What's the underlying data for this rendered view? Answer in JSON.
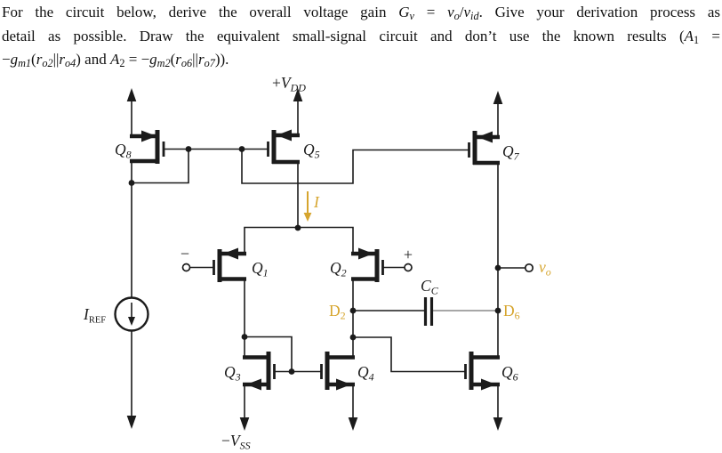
{
  "colors": {
    "annotation": "#D6A52E",
    "ink": "#1b1b1b"
  },
  "problem": {
    "lines": [
      {
        "segments": [
          {
            "t": "For the circuit below, derive the overall voltage gain ",
            "s": "n"
          },
          {
            "t": "G",
            "s": "i"
          },
          {
            "t": "v",
            "s": "is"
          },
          {
            "t": " = ",
            "s": "n"
          },
          {
            "t": "v",
            "s": "i"
          },
          {
            "t": "o",
            "s": "is"
          },
          {
            "t": "/",
            "s": "n"
          },
          {
            "t": "v",
            "s": "i"
          },
          {
            "t": "id",
            "s": "is"
          },
          {
            "t": ". Give your derivation process as",
            "s": "n"
          }
        ]
      },
      {
        "segments": [
          {
            "t": "detail as possible. Draw the equivalent small-signal circuit and don’t use the known results (",
            "s": "n"
          },
          {
            "t": "A",
            "s": "i"
          },
          {
            "t": "1",
            "s": "s"
          },
          {
            "t": " =",
            "s": "n"
          }
        ]
      },
      {
        "segments": [
          {
            "t": "−",
            "s": "n"
          },
          {
            "t": "g",
            "s": "i"
          },
          {
            "t": "m1",
            "s": "is"
          },
          {
            "t": "(",
            "s": "n"
          },
          {
            "t": "r",
            "s": "i"
          },
          {
            "t": "o2",
            "s": "is"
          },
          {
            "t": "||",
            "s": "n"
          },
          {
            "t": "r",
            "s": "i"
          },
          {
            "t": "o4",
            "s": "is"
          },
          {
            "t": ") and ",
            "s": "n"
          },
          {
            "t": "A",
            "s": "i"
          },
          {
            "t": "2",
            "s": "s"
          },
          {
            "t": " = −",
            "s": "n"
          },
          {
            "t": "g",
            "s": "i"
          },
          {
            "t": "m2",
            "s": "is"
          },
          {
            "t": "(",
            "s": "n"
          },
          {
            "t": "r",
            "s": "i"
          },
          {
            "t": "o6",
            "s": "is"
          },
          {
            "t": "||",
            "s": "n"
          },
          {
            "t": "r",
            "s": "i"
          },
          {
            "t": "o7",
            "s": "is"
          },
          {
            "t": ")).",
            "s": "n"
          }
        ]
      }
    ]
  },
  "circuit": {
    "supplies": {
      "vdd": {
        "pre": "+",
        "main": "V",
        "sub": "DD"
      },
      "vss": {
        "pre": "−",
        "main": "V",
        "sub": "SS"
      }
    },
    "sources": {
      "iref": {
        "main": "I",
        "sub": "REF"
      },
      "tail_current": {
        "main": "I"
      }
    },
    "transistors": {
      "q1": {
        "main": "Q",
        "sub": "1"
      },
      "q2": {
        "main": "Q",
        "sub": "2"
      },
      "q3": {
        "main": "Q",
        "sub": "3"
      },
      "q4": {
        "main": "Q",
        "sub": "4"
      },
      "q5": {
        "main": "Q",
        "sub": "5"
      },
      "q6": {
        "main": "Q",
        "sub": "6"
      },
      "q7": {
        "main": "Q",
        "sub": "7"
      },
      "q8": {
        "main": "Q",
        "sub": "8"
      }
    },
    "nodes": {
      "d2": {
        "main": "D",
        "sub": "2"
      },
      "d6": {
        "main": "D",
        "sub": "6"
      },
      "vo": {
        "main": "v",
        "sub": "o"
      }
    },
    "capacitor": {
      "main": "C",
      "sub": "C"
    },
    "input_polarity": {
      "minus": "−",
      "plus": "+"
    }
  }
}
